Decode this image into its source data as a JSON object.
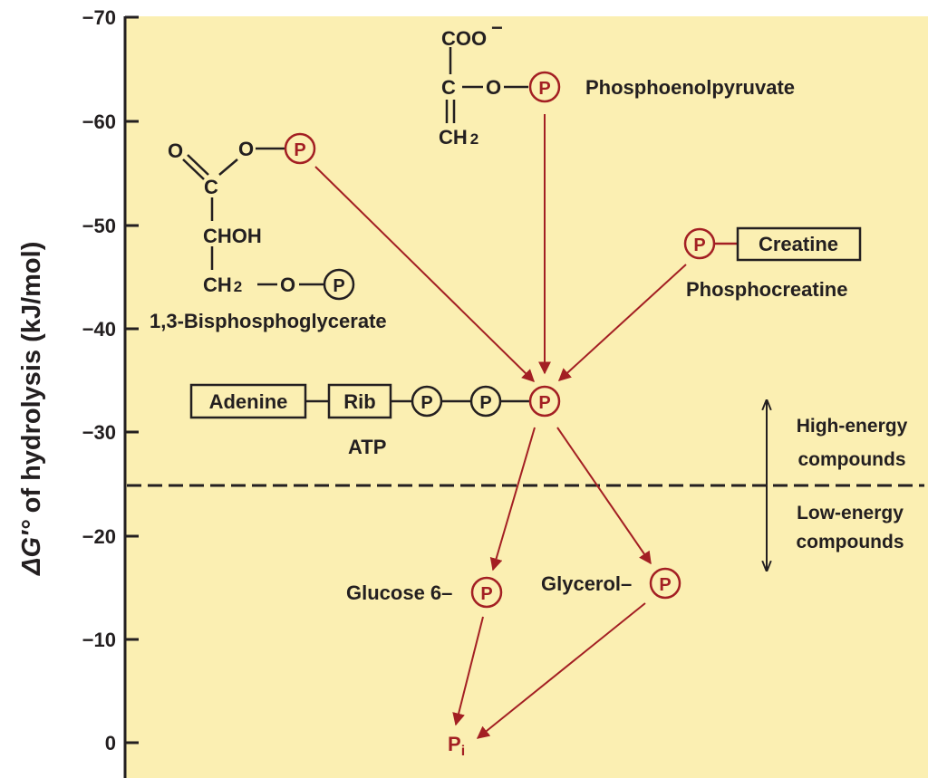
{
  "axis": {
    "ylabel_prefix": "ΔG′°",
    "ylabel_rest": " of hydrolysis (kJ/mol)",
    "ticks": [
      "−70",
      "−60",
      "−50",
      "−40",
      "−30",
      "−20",
      "−10",
      "0"
    ]
  },
  "phosphate_symbol": "P",
  "compounds": {
    "pep": {
      "name": "Phosphoenolpyruvate",
      "coo": "COO",
      "coo_charge": "−",
      "c": "C",
      "o": "O",
      "ch2": "CH",
      "ch2_sub": "2"
    },
    "bpg": {
      "name": "1,3-Bisphosphoglycerate",
      "o": "O",
      "c": "C",
      "chhoh": "CHOH",
      "ch2": "CH",
      "ch2_sub": "2",
      "o2": "O",
      "o3": "O"
    },
    "pcr": {
      "name": "Phosphocreatine",
      "creatine": "Creatine"
    },
    "atp": {
      "name": "ATP",
      "adenine": "Adenine",
      "rib": "Rib"
    },
    "g6p": {
      "prefix": "Glucose 6–"
    },
    "glycerol": {
      "prefix": "Glycerol–"
    },
    "pi": {
      "p": "P",
      "sub": "i"
    }
  },
  "divider": {
    "high_line1": "High-energy",
    "high_line2": "compounds",
    "low_line1": "Low-energy",
    "low_line2": "compounds"
  },
  "colors": {
    "background": "#fbefb2",
    "phosphate_red": "#a31f23",
    "ink": "#231f20"
  }
}
